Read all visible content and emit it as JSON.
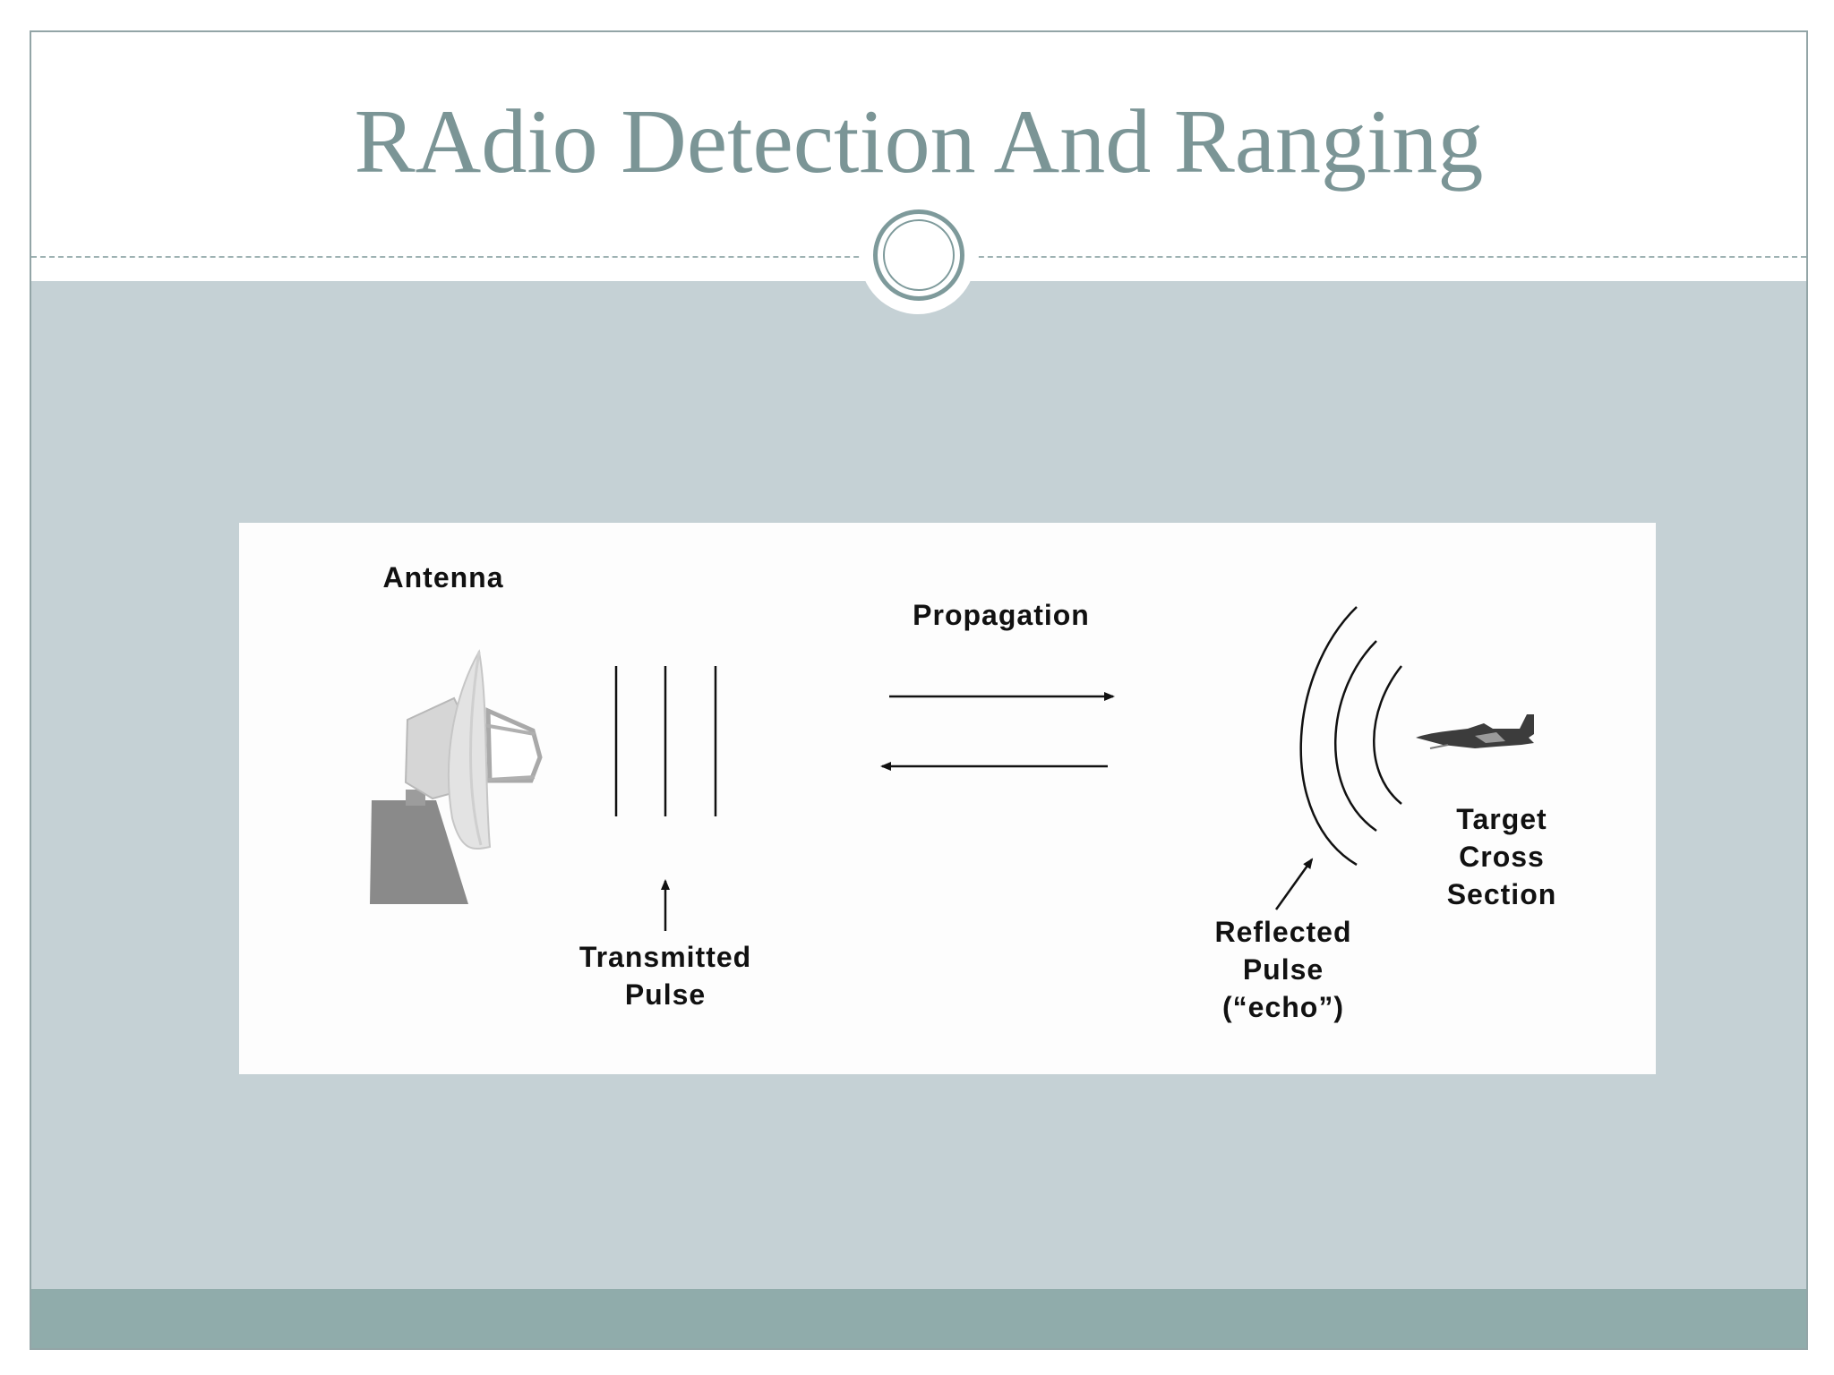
{
  "slide": {
    "title": "RAdio Detection And Ranging"
  },
  "diagram": {
    "antenna_label": "Antenna",
    "propagation_label": "Propagation",
    "transmitted_pulse_label": [
      "Transmitted",
      "Pulse"
    ],
    "reflected_pulse_label": [
      "Reflected",
      "Pulse",
      "(“echo”)"
    ],
    "target_label": [
      "Target",
      "Cross",
      "Section"
    ]
  },
  "colors": {
    "title": "#7b9596",
    "content_band": "#c5d1d5",
    "footer_band": "#90acab",
    "frame": "#93a5a7"
  },
  "icons": [
    "radar-antenna-icon",
    "jet-aircraft-icon"
  ]
}
